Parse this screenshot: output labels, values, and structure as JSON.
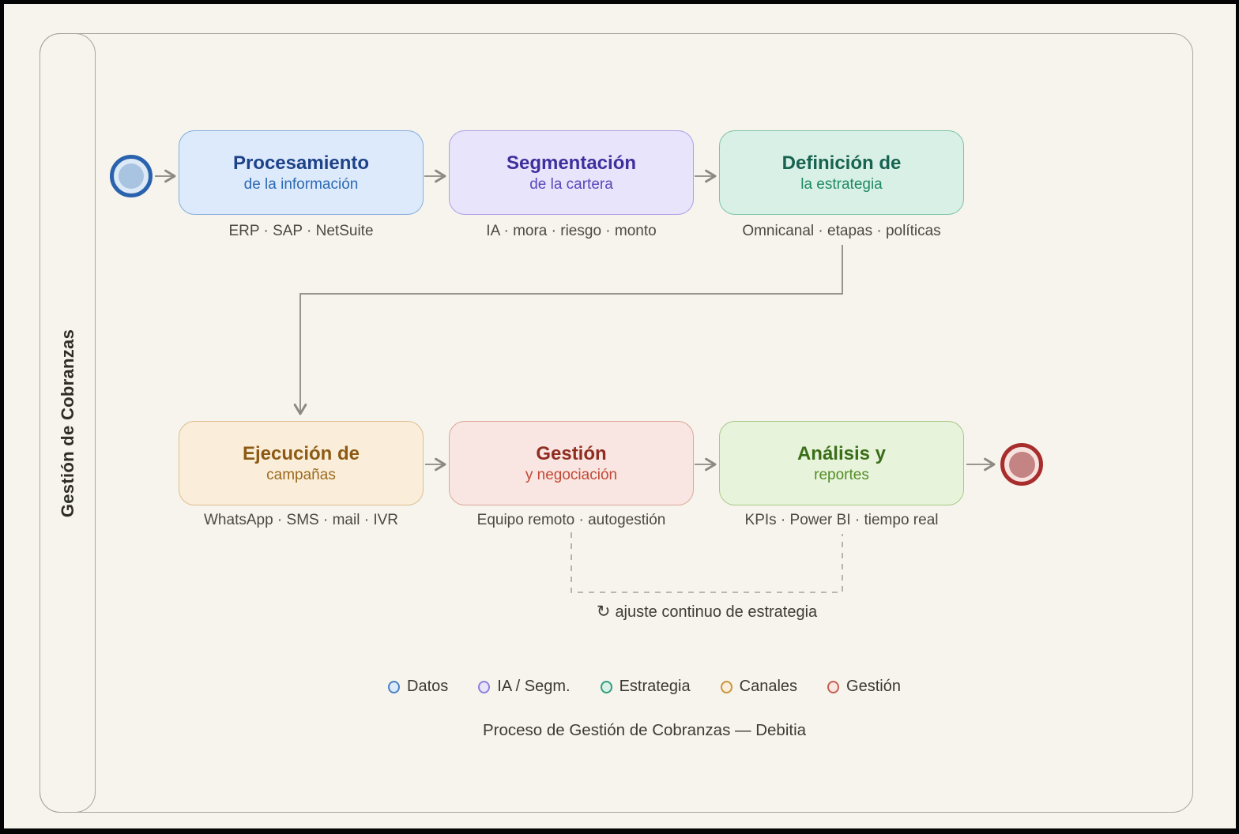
{
  "lane": {
    "label": "Gestión de Cobranzas"
  },
  "nodes": [
    {
      "id": "procesamiento",
      "category": "data",
      "title": "Procesamiento",
      "subtitle": "de la información",
      "tools": "ERP · SAP · NetSuite"
    },
    {
      "id": "segmentacion",
      "category": "ia",
      "title": "Segmentación",
      "subtitle": "de la cartera",
      "tools": "IA · mora · riesgo · monto"
    },
    {
      "id": "definicion",
      "category": "estrategia",
      "title": "Definición de",
      "subtitle": "la estrategia",
      "tools": "Omnicanal · etapas · políticas"
    },
    {
      "id": "ejecucion",
      "category": "canales",
      "title": "Ejecución de",
      "subtitle": "campañas",
      "tools": "WhatsApp · SMS · mail · IVR"
    },
    {
      "id": "gestion",
      "category": "gestion",
      "title": "Gestión",
      "subtitle": "y negociación",
      "tools": "Equipo remoto · autogestión"
    },
    {
      "id": "analisis",
      "category": "reportes",
      "title": "Análisis y",
      "subtitle": "reportes",
      "tools": "KPIs · Power BI · tiempo real"
    }
  ],
  "feedback": {
    "icon": "↻",
    "label": "ajuste continuo de estrategia"
  },
  "legend": {
    "items": [
      {
        "label": "Datos",
        "color": "#4a80c4",
        "fill": "#dceafb"
      },
      {
        "label": "IA / Segm.",
        "color": "#8f7fda",
        "fill": "#e8e4fb"
      },
      {
        "label": "Estrategia",
        "color": "#2f9e7d",
        "fill": "#d9f0e7"
      },
      {
        "label": "Canales",
        "color": "#c9953a",
        "fill": "#faeeda"
      },
      {
        "label": "Gestión",
        "color": "#c2604f",
        "fill": "#f9e5e1"
      }
    ]
  },
  "caption": "Proceso de Gestión de Cobranzas — Debitia",
  "colors": {
    "background": "#f6f4ec",
    "pool_border": "#a8a69d",
    "arrow": "#8b8981",
    "dashed_loop": "#a6a49a",
    "start_event_ring": "#2a62ae",
    "start_event_fill": "#a9c4e0",
    "end_event_ring": "#a82e2e",
    "end_event_fill": "#c58484"
  }
}
